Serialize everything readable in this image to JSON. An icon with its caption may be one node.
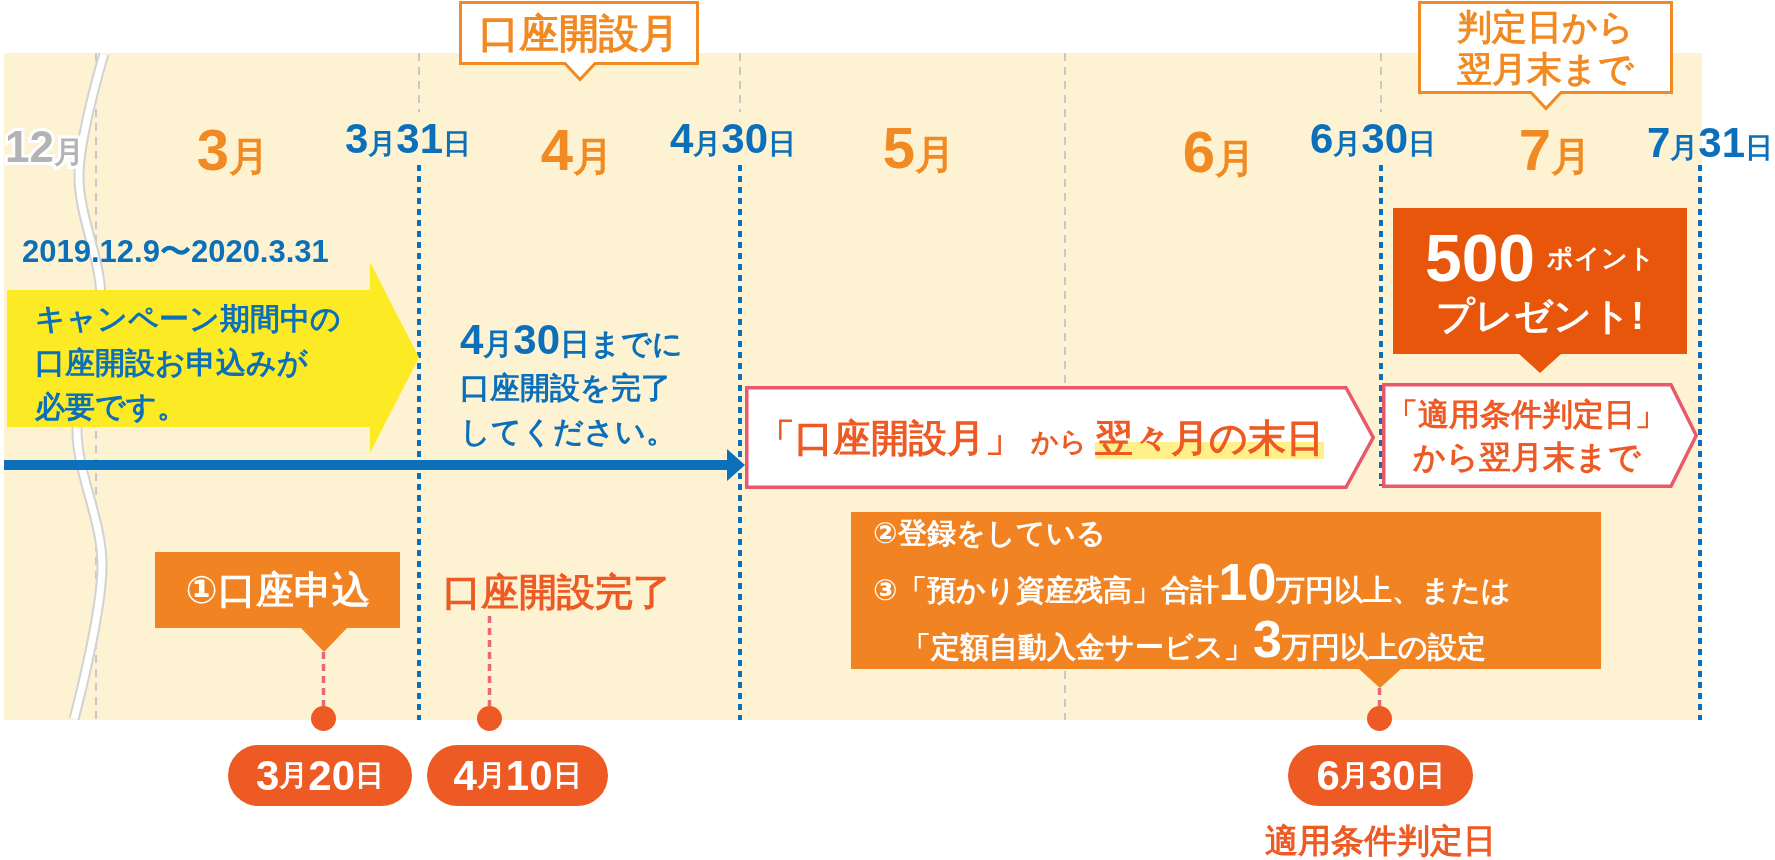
{
  "diagram": {
    "nodes": [
      {
        "text": [
          "口座開設月"
        ]
      },
      {
        "text": [
          "判定日から翌月末まで"
        ]
      },
      {
        "text": [
          "500",
          "ポイント",
          "プレゼント!"
        ]
      },
      {
        "text": [
          "キャンペーン期間中の口座開設お申込みが必要です。"
        ],
        "beside": [
          "2019.12.9〜2020.3.31"
        ]
      },
      {
        "text": [
          "「口座開設月」",
          "から",
          "翌々月の末日"
        ]
      },
      {
        "text": [
          "「適用条件判定日」",
          "から翌月末まで"
        ]
      },
      {
        "text": [
          "①口座申込"
        ]
      },
      {
        "text": [
          "口座開設完了"
        ]
      },
      {
        "text": [
          "②登録をしている",
          "③「預かり資産残高」合計10万円以上、または「定額自動入金サービス」3万円以上の設定"
        ]
      },
      {
        "text": [],
        "shape": "circle"
      },
      {
        "text": [],
        "shape": "circle"
      },
      {
        "text": [],
        "shape": "circle"
      },
      {
        "text": [
          "3月20日"
        ]
      },
      {
        "text": [
          "4月10日"
        ]
      },
      {
        "text": [
          "6月30日"
        ],
        "beside": [
          "適用条件判定日"
        ]
      }
    ],
    "edges": [
      {
        "from": null,
        "to": 4,
        "arrow": "to",
        "style": "thick",
        "color": "#0b6fba"
      },
      {
        "from": 6,
        "to": 9,
        "arrow": "none",
        "style": "dashed"
      },
      {
        "from": 7,
        "to": 10,
        "arrow": "none",
        "style": "dashed"
      },
      {
        "from": 8,
        "to": 11,
        "arrow": "none",
        "style": "dashed"
      }
    ],
    "labels": [
      "12月",
      "3月",
      "3月31日",
      "4月",
      "4月30日",
      "5月",
      "6月",
      "6月30日",
      "7月",
      "7月31日",
      "4月30日までに口座開設を完了してください。"
    ]
  }
}
